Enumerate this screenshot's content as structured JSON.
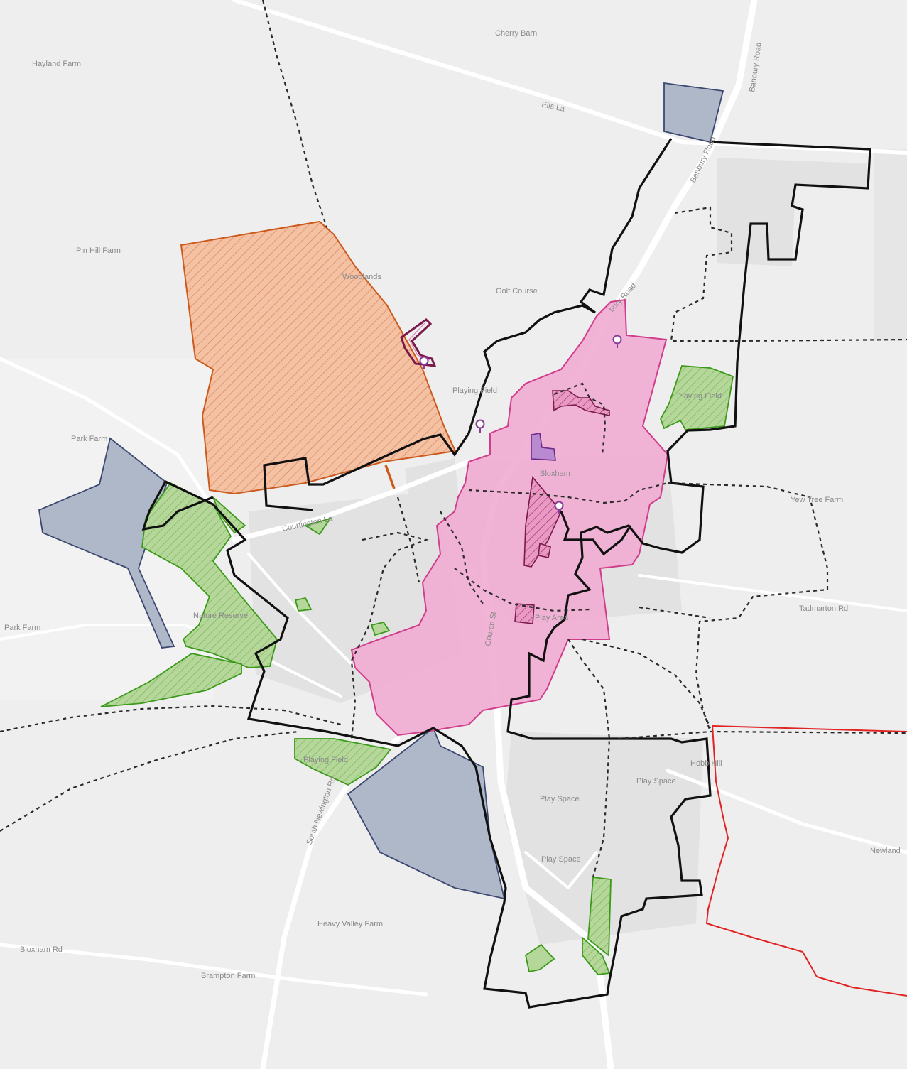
{
  "labels": {
    "cherry_barn": "Cherry Barn",
    "hayland_farm": "Hayland Farm",
    "ells_la": "Ells La",
    "banbury_road_north": "Banbury Road",
    "banbury_road_mid": "Banbury Road",
    "pin_hill_farm": "Pin Hill Farm",
    "woodlands": "Woodlands",
    "golf_course": "Golf Course",
    "bury_road": "bury Road",
    "playing_field_west": "Playing Field",
    "playing_field_east": "Playing Field",
    "park_farm": "Park Farm",
    "bloxham": "Bloxham",
    "yew_tree_farm": "Yew Tree Farm",
    "courtington_la": "Courtington La",
    "nature_reserve": "Nature Reserve",
    "park_farm_2": "Park Farm",
    "church_st": "Church St",
    "play_area": "Play Area",
    "playing_field_south": "Playing Field",
    "play_space_1": "Play Space",
    "play_space_2": "Play Space",
    "play_space_3": "Play Space",
    "south_newington_rd": "South Newington Rd",
    "hobb_hill": "Hobb Hill",
    "heavy_valley_farm": "Heavy Valley Farm",
    "bloxham_rd": "Bloxham Rd",
    "brampton_farm": "Brampton Farm",
    "newland": "Newland",
    "tadmarton_rd": "Tadmarton Rd"
  },
  "colors": {
    "background": "#eeeeee",
    "road": "#ffffff",
    "built_up": "#e2e2e2",
    "boundary": "#111111",
    "footpath": "#2a2a2a",
    "conservation_fill": "#f1aed3",
    "conservation_stroke": "#d23c8c",
    "local_green_fill": "#a9d18e",
    "local_green_stroke": "#3c9a1a",
    "allocation_fill": "#f4c2a3",
    "allocation_stroke": "#cc5a1c",
    "strategic_fill": "#aeb8c9",
    "strategic_stroke": "#3c4870",
    "listed_fill": "#b98ad0",
    "listed_stroke": "#6a2a8a",
    "parish_red": "#e12424"
  }
}
